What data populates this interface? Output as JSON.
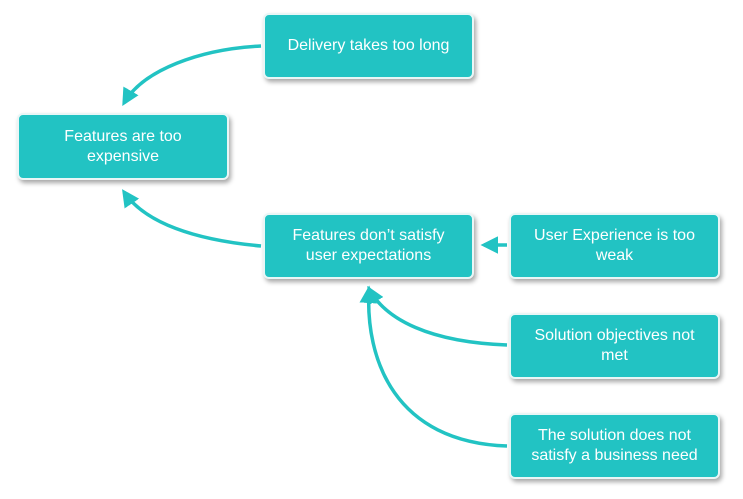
{
  "colors": {
    "node_fill": "#22c3c3",
    "arrow": "#22c3c3",
    "node_text": "#ffffff"
  },
  "nodes": {
    "delivery": "Delivery takes too long",
    "expensive": "Features are too expensive",
    "features": "Features don’t satisfy user expectations",
    "ux": "User Experience is too weak",
    "objectives": "Solution objectives not met",
    "business": "The solution does not satisfy a business need"
  },
  "edges": [
    {
      "from": "delivery",
      "to": "expensive"
    },
    {
      "from": "features",
      "to": "expensive"
    },
    {
      "from": "ux",
      "to": "features"
    },
    {
      "from": "objectives",
      "to": "features"
    },
    {
      "from": "business",
      "to": "features"
    }
  ]
}
